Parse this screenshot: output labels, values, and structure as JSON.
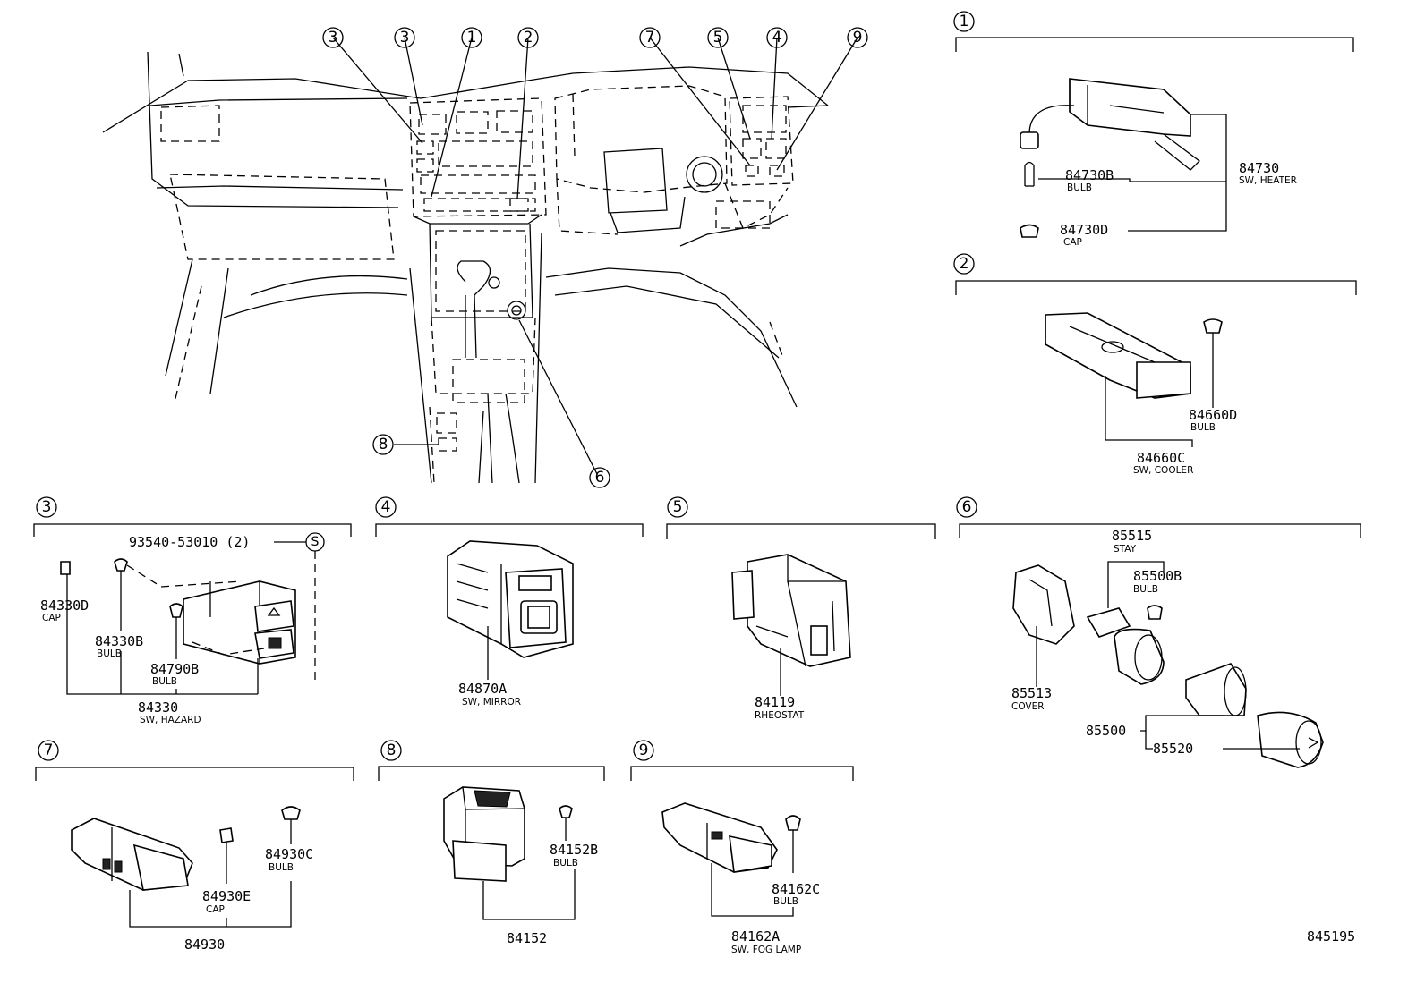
{
  "diagram_code": "845195",
  "overview": {
    "callouts": [
      "3",
      "3",
      "1",
      "2",
      "7",
      "5",
      "4",
      "9",
      "8",
      "6"
    ]
  },
  "sections": [
    {
      "id": "1",
      "parts": [
        {
          "num": "84730B",
          "desc": "BULB"
        },
        {
          "num": "84730",
          "desc": "SW, HEATER"
        },
        {
          "num": "84730D",
          "desc": "CAP"
        }
      ]
    },
    {
      "id": "2",
      "parts": [
        {
          "num": "84660D",
          "desc": "BULB"
        },
        {
          "num": "84660C",
          "desc": "SW, COOLER"
        }
      ]
    },
    {
      "id": "3",
      "parts": [
        {
          "num": "93540-53010 (2)",
          "desc": ""
        },
        {
          "num": "84330D",
          "desc": "CAP"
        },
        {
          "num": "84330B",
          "desc": "BULB"
        },
        {
          "num": "84790B",
          "desc": "BULB"
        },
        {
          "num": "84330",
          "desc": "SW, HAZARD"
        }
      ],
      "symbol": "S"
    },
    {
      "id": "4",
      "parts": [
        {
          "num": "84870A",
          "desc": "SW, MIRROR"
        }
      ]
    },
    {
      "id": "5",
      "parts": [
        {
          "num": "84119",
          "desc": "RHEOSTAT"
        }
      ]
    },
    {
      "id": "6",
      "parts": [
        {
          "num": "85515",
          "desc": "STAY"
        },
        {
          "num": "85500B",
          "desc": "BULB"
        },
        {
          "num": "85513",
          "desc": "COVER"
        },
        {
          "num": "85500",
          "desc": ""
        },
        {
          "num": "85520",
          "desc": ""
        }
      ]
    },
    {
      "id": "7",
      "parts": [
        {
          "num": "84930C",
          "desc": "BULB"
        },
        {
          "num": "84930E",
          "desc": "CAP"
        },
        {
          "num": "84930",
          "desc": ""
        }
      ]
    },
    {
      "id": "8",
      "parts": [
        {
          "num": "84152B",
          "desc": "BULB"
        },
        {
          "num": "84152",
          "desc": ""
        }
      ]
    },
    {
      "id": "9",
      "parts": [
        {
          "num": "84162C",
          "desc": "BULB"
        },
        {
          "num": "84162A",
          "desc": "SW, FOG LAMP"
        }
      ]
    }
  ]
}
